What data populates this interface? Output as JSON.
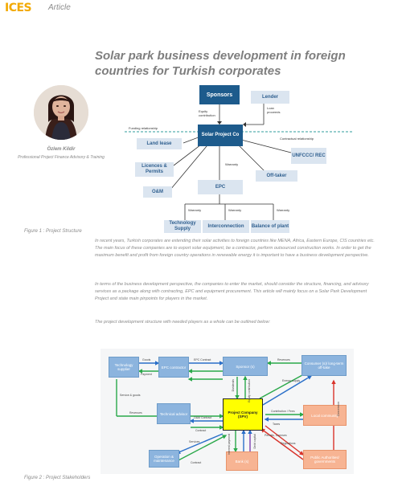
{
  "header": {
    "logo": "ICES",
    "section": "Article"
  },
  "title": "Solar park business development in foreign countries for Turkish corporates",
  "author": {
    "name": "Özlem Kildir",
    "role": "Professional Project Finance Advisory & Training"
  },
  "figure1": {
    "caption": "Figure 1 : Project Structure",
    "boxes": {
      "sponsors": "Sponsors",
      "lender": "Lender",
      "project_co": "Solar Project Co",
      "land_lease": "Land lease",
      "licences": "Licences & Permits",
      "om": "O&M",
      "epc": "EPC",
      "unfccc": "UNFCCC/ REC",
      "offtaker": "Off-taker",
      "tech_supply": "Technology Supply",
      "interconnection": "Interconnection",
      "balance": "Balance of plant"
    },
    "labels": {
      "equity": "Equity contribution",
      "loan": "Loan proceeds",
      "funding": "Funding relationship",
      "contractual": "Contractual relationship",
      "warranty_epc": "Warranty",
      "warranty_1": "Warranty",
      "warranty_2": "Warranty",
      "warranty_3": "Warranty"
    }
  },
  "paragraphs": [
    "In recent years, Turkish corporates are extending their solar activities to foreign countries like MENA, Africa, Eastern Europe, CIS countries etc. The main focus of these companies are to export solar equipment, be a contractor, perform outsourced construction works. In order to get the maximum benefit and profit from foreign country operations in renewable energy it is important to have a business development perspective.",
    "In terms of the business development perspective, the companies to enter the market, should consider the structure, financing, and advisory services as a package along with contracting, EPC and equipment procurement. This article will mainly focus on a Solar Park Development Project and state main pinpoints for players in the market.",
    "The project development structure with needed players as a whole can be outlined below:"
  ],
  "figure2": {
    "caption": "Figure 2 : Project Stakeholders",
    "boxes": {
      "tech": "Technology supplier",
      "epc": "EPC contractor",
      "sponsors": "Sponsor (s)",
      "consumers": "Consumer (s)/ long-term off-take",
      "technical": "Technical advisor",
      "spv": "Project Company (SPV)",
      "local": "Local community",
      "om": "Operation & maintenance",
      "banks": "Bank (s)",
      "public": "Public Authorities/ governments"
    },
    "labels": {
      "goods": "Goods",
      "payment": "Payment",
      "epc_contract": "EPC Contract",
      "service_goods": "Service & goods",
      "revenues_left": "Revenues",
      "om_contract": "O&M Contract",
      "contract_mid": "Contract",
      "services": "Services",
      "contract_bottom": "Contract",
      "dividends": "Dividends",
      "revenues_top": "Revenues",
      "energy_supply": "Energy supply",
      "contribution": "Contribution / Fees",
      "taxes": "Taxes",
      "regulations": "Regulations",
      "permits": "Permits, Licenses",
      "interest": "Interest payment",
      "debt_capital": "Debt capital",
      "sponsors_vl": "Equity contribution",
      "right_vl": "Concession"
    }
  }
}
